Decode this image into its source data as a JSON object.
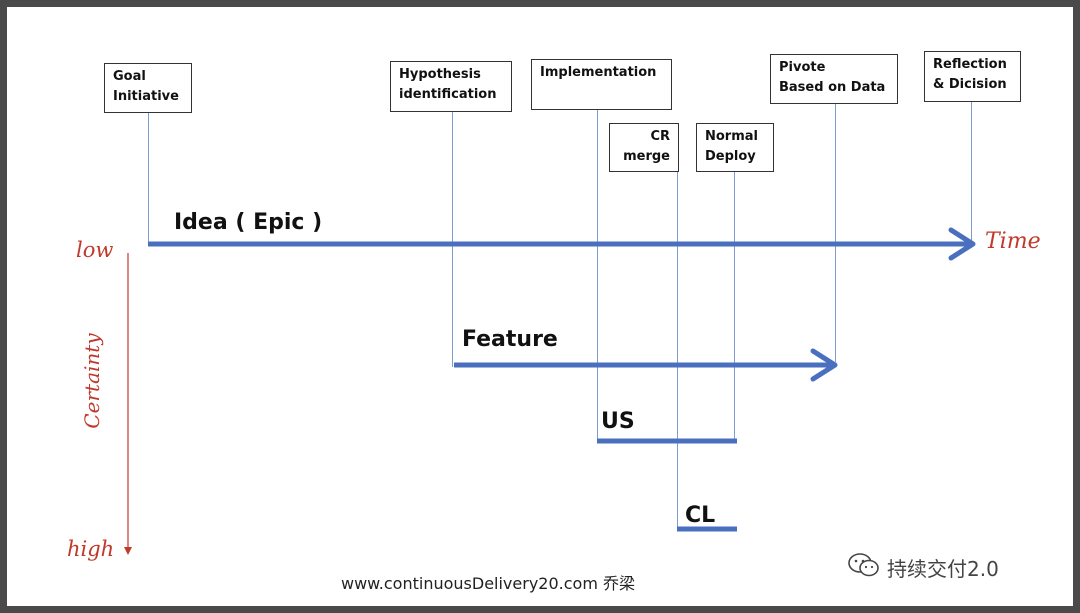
{
  "boxes": {
    "goal": "Goal\nInitiative",
    "hypothesis": "Hypothesis\nidentification",
    "implementation": "Implementation",
    "cr_merge": "CR\nmerge",
    "normal_deploy": "Normal\nDeploy",
    "pivote": "Pivote\nBased on Data",
    "reflection": "Reflection\n& Dicision"
  },
  "arrows": {
    "idea": "Idea ( Epic )",
    "feature": "Feature",
    "us": "US",
    "cl": "CL"
  },
  "axis": {
    "time": "Time",
    "low": "low",
    "certainty": "Certainty",
    "high": "high"
  },
  "footer": {
    "url": "www.continuousDelivery20.com   乔梁",
    "watermark": "持续交付2.0"
  },
  "colors": {
    "arrow_blue": "#4a6fbf",
    "axis_red": "#c0392b",
    "connector": "#7f9cd0"
  }
}
